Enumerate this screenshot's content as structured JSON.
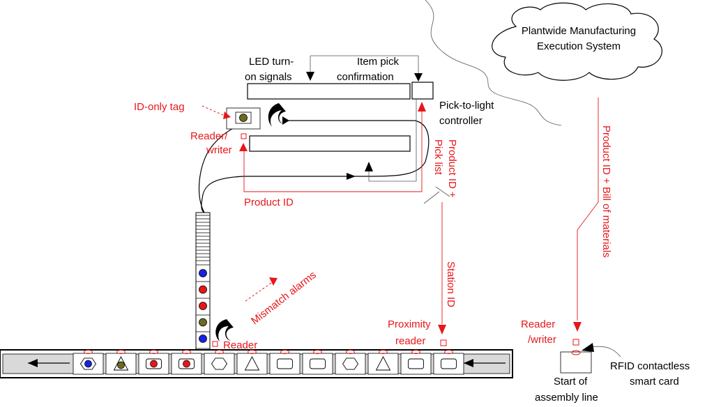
{
  "cloud": {
    "line1": "Plantwide Manufacturing",
    "line2": "Execution System"
  },
  "labels": {
    "led_line1": "LED turn-",
    "led_line2": "on signals",
    "item_pick_line1": "Item pick",
    "item_pick_line2": "confirmation",
    "ptl_line1": "Pick-to-light",
    "ptl_line2": "controller",
    "id_only_tag": "ID-only tag",
    "reader_writer_line1": "Reader/",
    "reader_writer_line2": "writer",
    "product_id": "Product ID",
    "product_id_pick_line1": "Product ID +",
    "product_id_pick_line2": "Pick list",
    "mismatch_alarms": "Mismatch alarms",
    "reader": "Reader",
    "station_id": "Station ID",
    "proximity_line1": "Proximity",
    "proximity_line2": "reader",
    "bill_of_materials": "Product ID + Bill of materials",
    "start_reader_line1": "Reader",
    "start_reader_line2": "/writer",
    "rfid_line1": "RFID contactless",
    "rfid_line2": "smart card",
    "start_line1": "Start of",
    "start_line2": "assembly line"
  },
  "colors": {
    "annotation_red": "#e8161b",
    "dot_blue": "#1a22e0",
    "dot_red": "#e8161b",
    "dot_olive": "#6b6a1e"
  },
  "conveyor": {
    "direction": "right-to-left",
    "slots": [
      {
        "shape": "hexagon",
        "fill": "blue"
      },
      {
        "shape": "triangle",
        "fill": "olive"
      },
      {
        "shape": "rounded-rect",
        "fill": "red"
      },
      {
        "shape": "rounded-rect",
        "fill": "red"
      },
      {
        "shape": "hexagon",
        "fill": "none"
      },
      {
        "shape": "triangle",
        "fill": "none"
      },
      {
        "shape": "rounded-rect",
        "fill": "none"
      },
      {
        "shape": "rounded-rect",
        "fill": "none"
      },
      {
        "shape": "hexagon",
        "fill": "none"
      },
      {
        "shape": "triangle",
        "fill": "none"
      },
      {
        "shape": "rounded-rect",
        "fill": "none"
      },
      {
        "shape": "rounded-rect",
        "fill": "none"
      }
    ]
  },
  "parts_column": [
    "blue",
    "red",
    "red",
    "olive",
    "blue"
  ]
}
